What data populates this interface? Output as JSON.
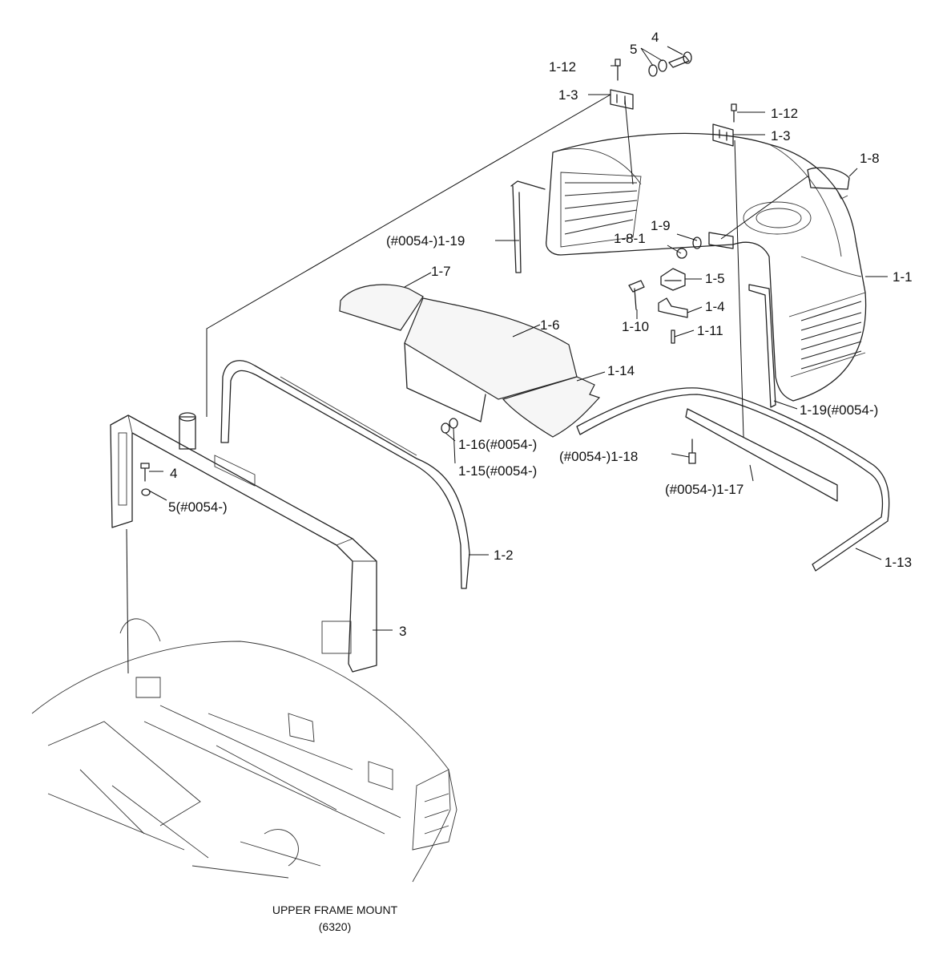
{
  "diagram": {
    "caption": {
      "line1": "UPPER FRAME MOUNT",
      "line2": "(6320)"
    },
    "labels": {
      "p4_top": "4",
      "p5_top": "5",
      "p1_12_a": "1-12",
      "p1_3_a": "1-3",
      "p1_12_b": "1-12",
      "p1_3_b": "1-3",
      "p1_8": "1-8",
      "p1_19_left": "(#0054-)1-19",
      "p1_9": "1-9",
      "p1_8_1": "1-8-1",
      "p1_7": "1-7",
      "p1_1": "1-1",
      "p1_5": "1-5",
      "p1_4": "1-4",
      "p1_10": "1-10",
      "p1_11": "1-11",
      "p1_6": "1-6",
      "p1_14": "1-14",
      "p1_19_right": "1-19(#0054-)",
      "p1_16": "1-16(#0054-)",
      "p1_15": "1-15(#0054-)",
      "p1_18": "(#0054-)1-18",
      "p1_17": "(#0054-)1-17",
      "p4_left": "4",
      "p5_left": "5(#0054-)",
      "p1_2": "1-2",
      "p1_13": "1-13",
      "p3": "3"
    }
  }
}
